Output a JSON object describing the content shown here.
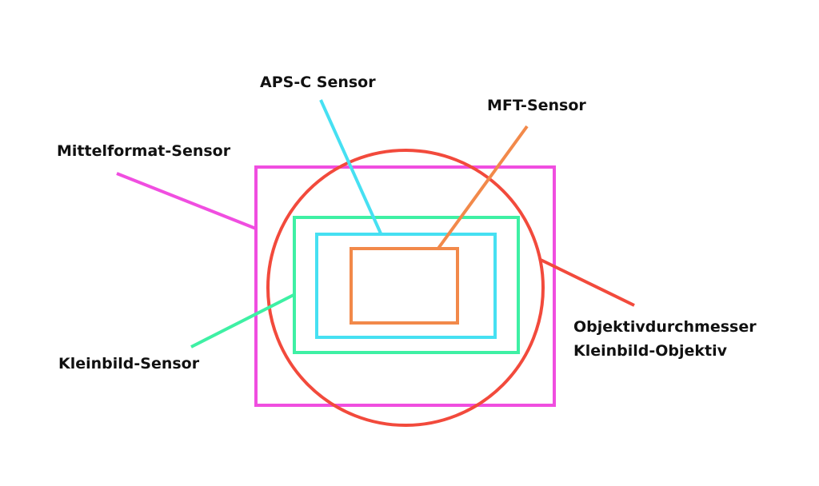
{
  "labels": {
    "aps_c": "APS-C Sensor",
    "mft": "MFT-Sensor",
    "medium_format": "Mittelformat-Sensor",
    "full_frame": "Kleinbild-Sensor",
    "lens_line1": "Objektivdurchmesser",
    "lens_line2": "Kleinbild-Objektiv"
  },
  "colors": {
    "medium_format": "#f04ee0",
    "lens_circle": "#f24a3c",
    "full_frame": "#3ef0a4",
    "aps_c": "#46e0f2",
    "mft": "#f2894a",
    "text": "#111111",
    "background": "#ffffff"
  }
}
